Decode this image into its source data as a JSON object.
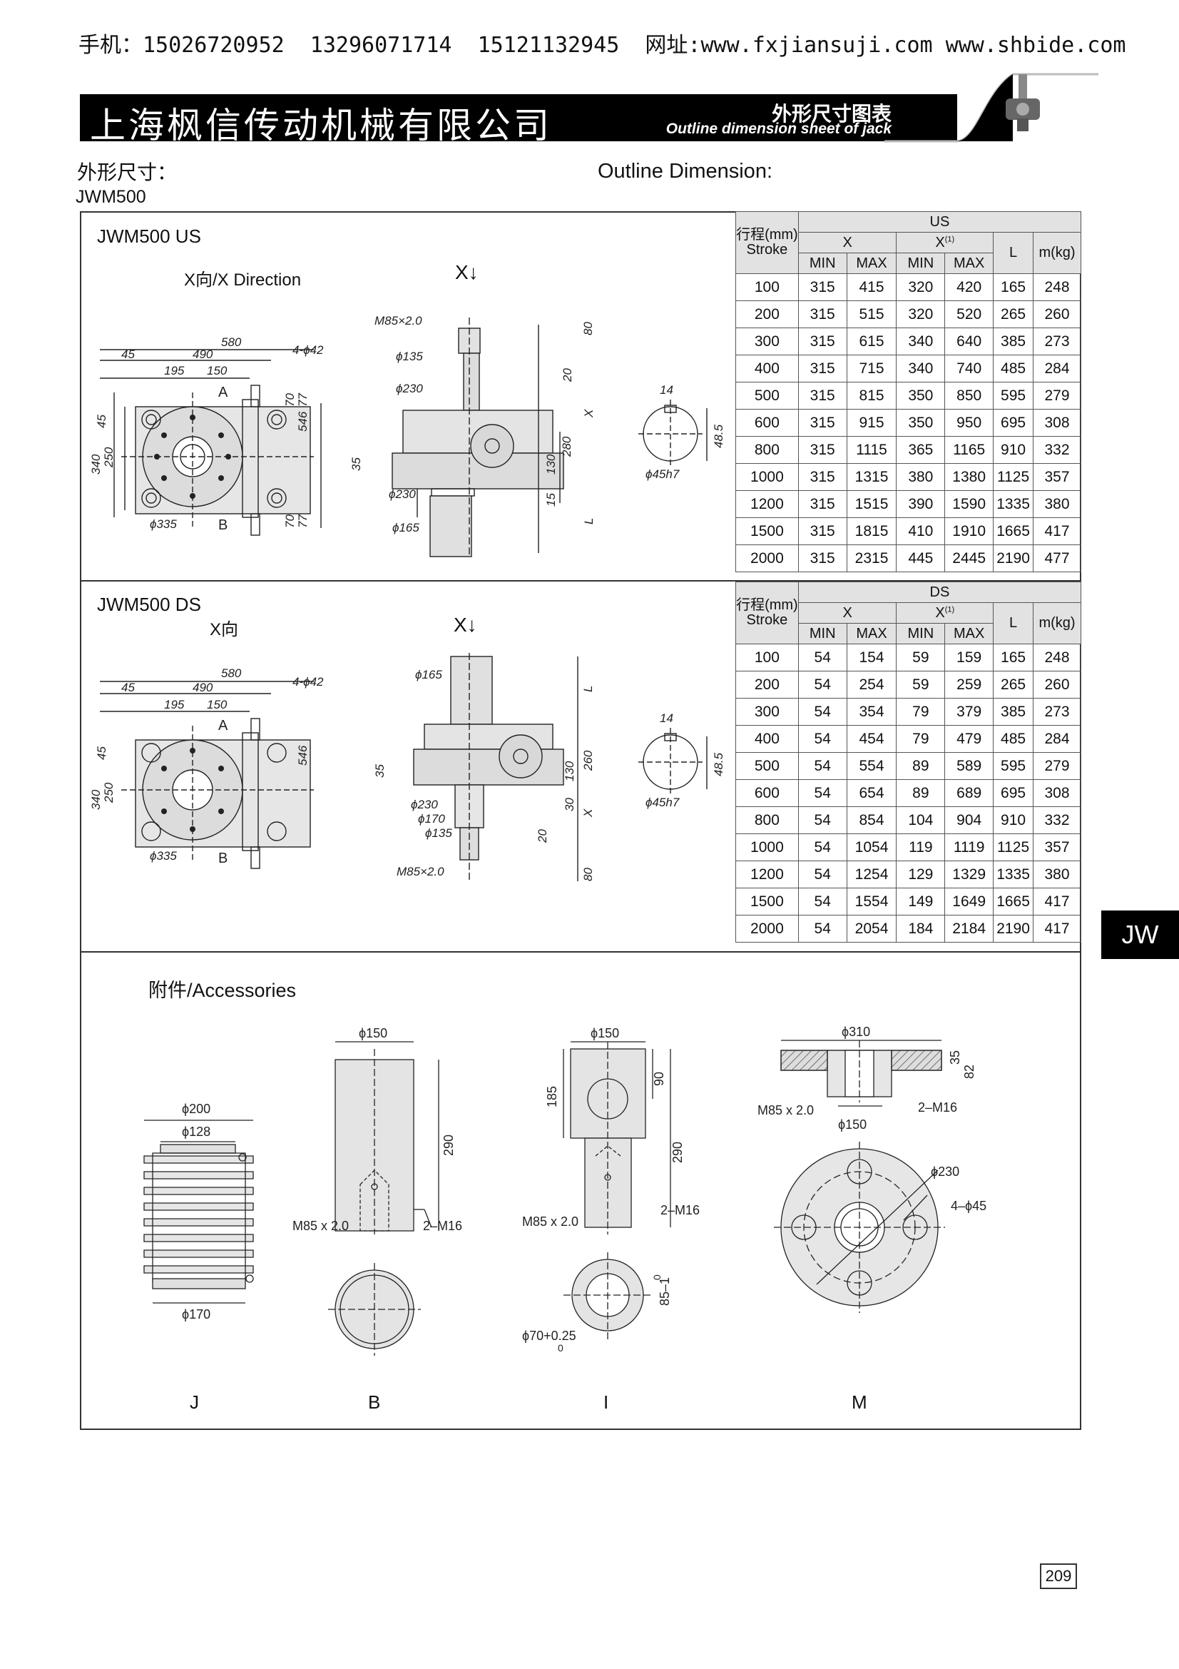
{
  "header": {
    "contact": "手机：15026720952  13296071714  15121132945  网址:www.fxjiansuji.com www.shbide.com",
    "company": "上海枫信传动机械有限公司",
    "sheet_title_cn": "外形尺寸图表",
    "sheet_title_en": "Outline dimension sheet of jack"
  },
  "section": {
    "title_cn": "外形尺寸：",
    "model": "JWM500",
    "title_en": "Outline Dimension:"
  },
  "us_block": {
    "title": "JWM500 US",
    "direction": "X向/X Direction",
    "arrow": "X↓",
    "table": {
      "group": "US",
      "stroke_head": "行程(mm)",
      "stroke_head_en": "Stroke",
      "x_head": "X",
      "x1_head": "X",
      "x1_sup": "(1)",
      "min": "MIN",
      "max": "MAX",
      "l_head": "L",
      "m_head": "m(kg)",
      "rows": [
        [
          "100",
          "315",
          "415",
          "320",
          "420",
          "165",
          "248"
        ],
        [
          "200",
          "315",
          "515",
          "320",
          "520",
          "265",
          "260"
        ],
        [
          "300",
          "315",
          "615",
          "340",
          "640",
          "385",
          "273"
        ],
        [
          "400",
          "315",
          "715",
          "340",
          "740",
          "485",
          "284"
        ],
        [
          "500",
          "315",
          "815",
          "350",
          "850",
          "595",
          "279"
        ],
        [
          "600",
          "315",
          "915",
          "350",
          "950",
          "695",
          "308"
        ],
        [
          "800",
          "315",
          "1115",
          "365",
          "1165",
          "910",
          "332"
        ],
        [
          "1000",
          "315",
          "1315",
          "380",
          "1380",
          "1125",
          "357"
        ],
        [
          "1200",
          "315",
          "1515",
          "390",
          "1590",
          "1335",
          "380"
        ],
        [
          "1500",
          "315",
          "1815",
          "410",
          "1910",
          "1665",
          "417"
        ],
        [
          "2000",
          "315",
          "2315",
          "445",
          "2445",
          "2190",
          "477"
        ]
      ]
    },
    "dims": {
      "d580": "580",
      "d490": "490",
      "d45": "45",
      "d195": "195",
      "d150": "150",
      "d4phi42": "4-ϕ42",
      "A": "A",
      "B": "B",
      "d45v": "45",
      "d340": "340",
      "d250": "250",
      "d70": "70",
      "d77": "77",
      "d546": "546",
      "phi335": "ϕ335",
      "d70b": "70",
      "d77b": "77",
      "m85": "M85×2.0",
      "phi135": "ϕ135",
      "phi230": "ϕ230",
      "d80": "80",
      "d20": "20",
      "X": "X",
      "d280": "280",
      "d35": "35",
      "d130": "130",
      "d15": "15",
      "phi230b": "ϕ230",
      "phi165": "ϕ165",
      "L": "L",
      "k14": "14",
      "k48": "48.5",
      "k45h7": "ϕ45h7"
    }
  },
  "ds_block": {
    "title": "JWM500 DS",
    "direction": "X向",
    "arrow": "X↓",
    "table": {
      "group": "DS",
      "stroke_head": "行程(mm)",
      "stroke_head_en": "Stroke",
      "x_head": "X",
      "x1_head": "X",
      "x1_sup": "(1)",
      "min": "MIN",
      "max": "MAX",
      "l_head": "L",
      "m_head": "m(kg)",
      "rows": [
        [
          "100",
          "54",
          "154",
          "59",
          "159",
          "165",
          "248"
        ],
        [
          "200",
          "54",
          "254",
          "59",
          "259",
          "265",
          "260"
        ],
        [
          "300",
          "54",
          "354",
          "79",
          "379",
          "385",
          "273"
        ],
        [
          "400",
          "54",
          "454",
          "79",
          "479",
          "485",
          "284"
        ],
        [
          "500",
          "54",
          "554",
          "89",
          "589",
          "595",
          "279"
        ],
        [
          "600",
          "54",
          "654",
          "89",
          "689",
          "695",
          "308"
        ],
        [
          "800",
          "54",
          "854",
          "104",
          "904",
          "910",
          "332"
        ],
        [
          "1000",
          "54",
          "1054",
          "119",
          "1119",
          "1125",
          "357"
        ],
        [
          "1200",
          "54",
          "1254",
          "129",
          "1329",
          "1335",
          "380"
        ],
        [
          "1500",
          "54",
          "1554",
          "149",
          "1649",
          "1665",
          "417"
        ],
        [
          "2000",
          "54",
          "2054",
          "184",
          "2184",
          "2190",
          "417"
        ]
      ]
    },
    "dims": {
      "phi165": "ϕ165",
      "L": "L",
      "d35": "35",
      "d260": "260",
      "d130": "130",
      "d30": "30",
      "X": "X",
      "phi230": "ϕ230",
      "phi170": "ϕ170",
      "phi135": "ϕ135",
      "d20": "20",
      "m85": "M85×2.0",
      "d80": "80"
    }
  },
  "side_tab": "JW",
  "accessories": {
    "title": "附件/Accessories",
    "j": {
      "letter": "J",
      "d200": "ϕ200",
      "d128": "ϕ128",
      "d170": "ϕ170"
    },
    "b": {
      "letter": "B",
      "d150": "ϕ150",
      "d290": "290",
      "m85": "M85 x 2.0",
      "m16": "2–M16"
    },
    "i": {
      "letter": "I",
      "d150": "ϕ150",
      "d185": "185",
      "d90": "90",
      "d290": "290",
      "m85": "M85 x 2.0",
      "m16": "2–M16",
      "d70": "ϕ70+0.25",
      "d70b": "0",
      "d85": "85–1",
      "d85b": "0"
    },
    "m": {
      "letter": "M",
      "d310": "ϕ310",
      "d35": "35",
      "d82": "82",
      "m85": "M85 x 2.0",
      "m16": "2–M16",
      "d150": "ϕ150",
      "d230": "ϕ230",
      "d4phi45": "4–ϕ45"
    }
  },
  "page_number": "209"
}
